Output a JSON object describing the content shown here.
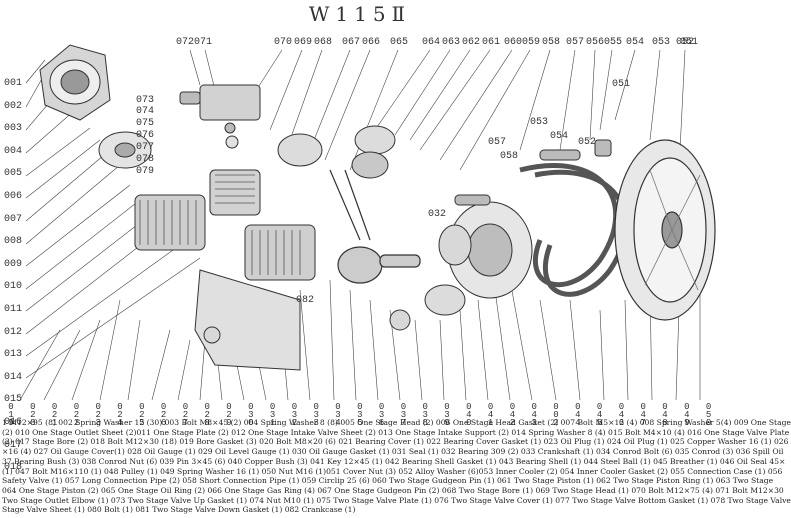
{
  "title": "W115Ⅱ",
  "labels": {
    "left": [
      "001",
      "002",
      "003",
      "004",
      "005",
      "006",
      "007",
      "008",
      "009",
      "010",
      "011",
      "012",
      "013",
      "014",
      "015",
      "016",
      "017",
      "018"
    ],
    "bottom": [
      "019",
      "020",
      "021",
      "022",
      "023",
      "024",
      "025",
      "026",
      "027",
      "028",
      "029",
      "030",
      "031",
      "032",
      "033",
      "034",
      "035",
      "036",
      "037",
      "038",
      "039",
      "040",
      "041",
      "042",
      "043",
      "002",
      "044",
      "045",
      "046",
      "047",
      "048",
      "049",
      "050"
    ],
    "top": [
      "072",
      "071",
      "070",
      "069",
      "068",
      "067",
      "066",
      "065",
      "064",
      "063",
      "062",
      "061",
      "060",
      "059",
      "058",
      "057",
      "056",
      "055",
      "054",
      "053",
      "052",
      "051"
    ],
    "callouts": [
      "073",
      "074",
      "075",
      "076",
      "077",
      "078",
      "079",
      "082",
      "032",
      "053",
      "054",
      "052",
      "057",
      "058",
      "051"
    ]
  },
  "legend": [
    "1 M12×95 (8) 002 Spring Washer 12 (30) 003 Bolt M8×45 (2) 004 Spring Washer 8 (8) 005 One Stage Head (2) 006 One Stage Head Gasket (2) 007 Bolt M5×12 (4) 008 Spring Washer 5(4) 009 One Stage",
    "(2) 010 One Stage Outlet Sheet (2)011 One Stage Plate (2) 012 One Stage Intake Valve Sheet (2) 013 One Stage Intake Support (2) 014 Spring Washer 8 (4) 015 Bolt M4×10 (4) 016 One Stage Valve Plate",
    "(2) 017 Stage Bore (2) 018 Bolt M12×30 (18) 019 Bore Gasket (3) 020 Bolt M8×20 (6) 021 Bearing Cover (1) 022 Bearing Cover Gasket (1) 023 Oil Plug (1) 024 Oil Plug (1) 025 Copper Washer 16 (1) 026",
    "×16 (4) 027 Oil Gauge Cover(1) 028 Oil Gauge (1) 029 Oil Level Gauge (1) 030 Oil Gauge Gasket (1) 031 Seal (1) 032 Bearing 309 (2) 033 Crankshaft (1) 034 Conrod Bolt (6) 035 Conrod (3) 036 Spill Oil",
    "37 Bearing Bush (3) 038 Conrod Nut (6) 039 Pin 3×45 (6) 040 Copper Bush (3) 041 Key 12×45 (1) 042 Bearing Shell Gasket (1) 043 Bearing Shell (1) 044 Steel Ball (1) 045 Breather (1) 046 Oil Seal 45×",
    "(1) 047 Bolt M16×110 (1) 048 Pulley (1) 049 Spring Washer 16 (1) 050 Nut M16 (1)051 Cover Nut (3) 052 Alloy Washer (6)053 Inner Cooler (2) 054 Inner Cooler Gasket (2) 055 Connection Case (1) 056",
    "Safety Valve (1) 057 Long Connection Pipe (2) 058 Short Connection Pipe (1) 059 Circlip 25 (6) 060 Two Stage Gudgeon Pin (1) 061 Two Stage Piston (1) 062 Two Stage Piston Ring (1) 063 Two Stage",
    "064 One Stage Piston (2) 065 One Stage Oil Ring (2) 066 One Stage Gas Ring (4) 067 One Stage Gudgeon Pin (2) 068 Two Stage Bore (1) 069 Two Stage Head (1) 070 Bolt M12×75 (4) 071 Bolt M12×30",
    "Two Stage Outlet Elbow (1) 073 Two Stage Valve Up Gasket (1) 074 Nut M10 (1) 075 Two Stage Valve Plate (1) 076 Two Stage Valve Cover (1) 077 Two Stage Valve Bottom Gasket (1) 078 Two Stage Valve",
    "Stage Valve Sheet (1) 080 Bolt (1) 081 Two Stage Valve Down Gasket (1) 082 Crankcase (1)"
  ],
  "colors": {
    "line": "#3a3a3a",
    "fill": "#d9d9d9",
    "dark": "#555555",
    "text": "#222222"
  }
}
